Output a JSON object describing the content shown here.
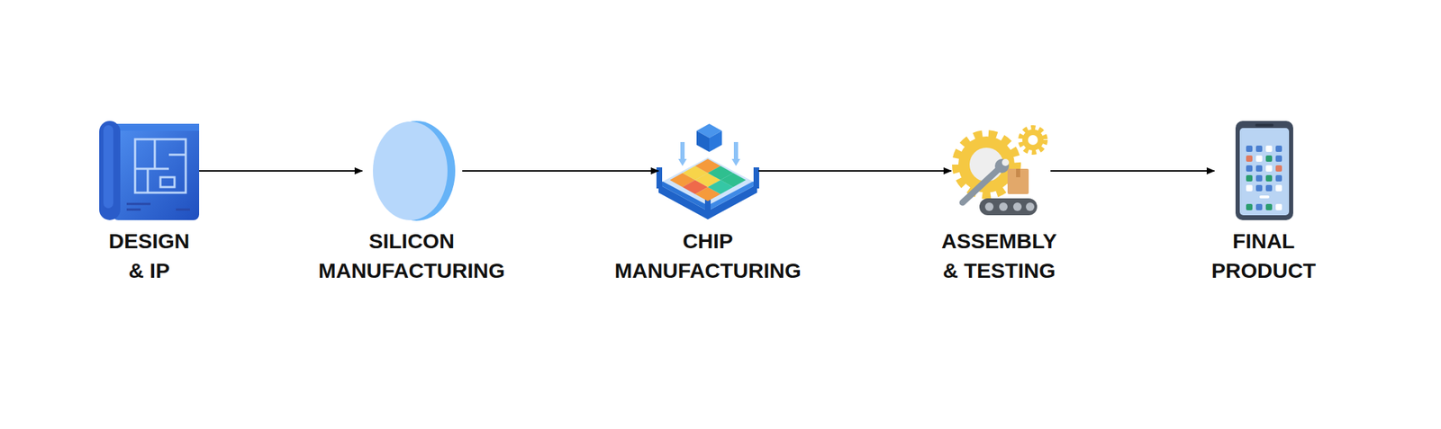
{
  "diagram": {
    "nodes": [
      {
        "text": [
          "DESIGN & IP"
        ]
      },
      {
        "text": [
          "SILICON MANUFACTURING"
        ]
      },
      {
        "text": [
          "CHIP MANUFACTURING"
        ]
      },
      {
        "text": [
          "ASSEMBLY & TESTING"
        ]
      },
      {
        "text": [
          "FINAL PRODUCT"
        ]
      }
    ],
    "edges": [
      {
        "from": 0,
        "to": 1,
        "arrow": "to"
      },
      {
        "from": 1,
        "to": 2,
        "arrow": "to"
      },
      {
        "from": 2,
        "to": 3,
        "arrow": "to"
      },
      {
        "from": 3,
        "to": 4,
        "arrow": "to"
      }
    ]
  }
}
